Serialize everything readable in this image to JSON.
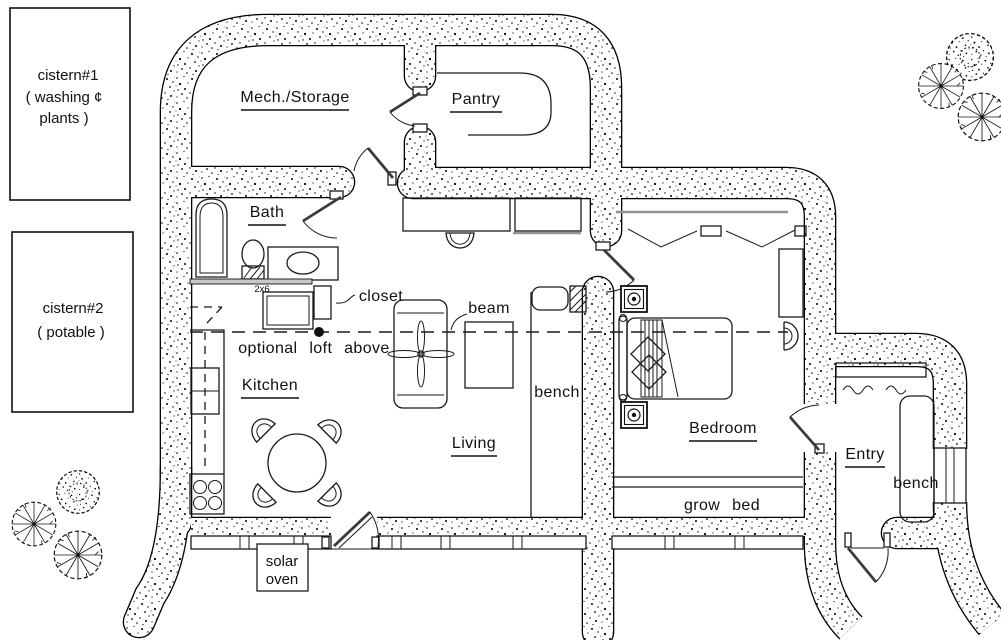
{
  "plan": {
    "title": "earthbag-house-floor-plan",
    "rooms": {
      "mech": "Mech./Storage",
      "pantry": "Pantry",
      "bath": "Bath",
      "kitchen": "Kitchen",
      "living": "Living",
      "bedroom": "Bedroom",
      "entry": "Entry"
    },
    "annotations": {
      "closet": "closet",
      "beam": "beam",
      "loft": "optional loft above",
      "bench_living": "bench",
      "bench_entry": "bench",
      "grow_bed": "grow  bed",
      "solar_line1": "solar",
      "solar_line2": "oven",
      "wall_note": "2x6"
    },
    "cisterns": {
      "c1_line1": "cistern#1",
      "c1_line2": "( washing ¢",
      "c1_line3": "plants )",
      "c2_line1": "cistern#2",
      "c2_line2": "( potable )"
    },
    "colors": {
      "ink": "#111111",
      "wall_dot": "#000000",
      "shelf_gray": "#949494",
      "paper": "#ffffff"
    }
  }
}
